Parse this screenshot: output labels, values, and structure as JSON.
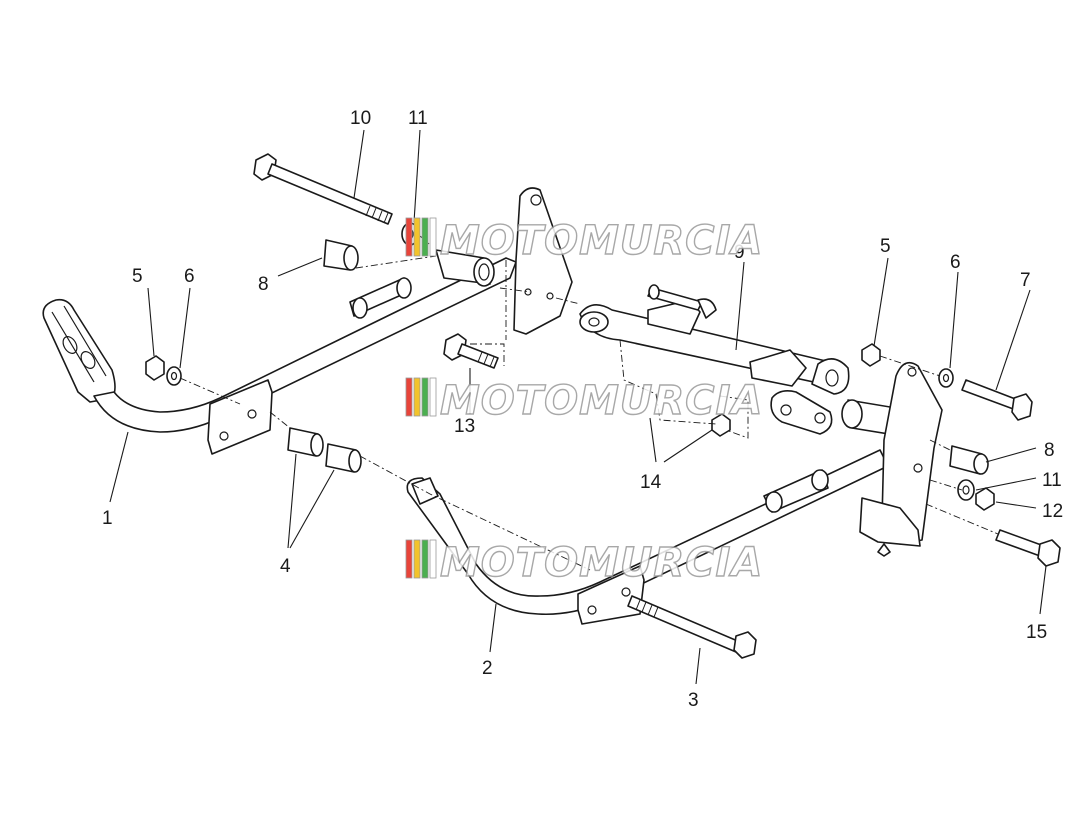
{
  "callouts": {
    "c1": "1",
    "c2": "2",
    "c3": "3",
    "c4": "4",
    "c5a": "5",
    "c5b": "5",
    "c6a": "6",
    "c6b": "6",
    "c7": "7",
    "c8a": "8",
    "c8b": "8",
    "c9": "9",
    "c10": "10",
    "c11a": "11",
    "c11b": "11",
    "c12": "12",
    "c13": "13",
    "c14": "14",
    "c15": "15"
  },
  "watermark": {
    "text": "MOTOMURCIA",
    "stripe_colors": [
      "#e8443a",
      "#f2c32c",
      "#4caf50",
      "#ffffff"
    ]
  },
  "colors": {
    "line": "#1a1a1a",
    "background": "#ffffff",
    "watermark_outline": "#9a9a9a"
  }
}
